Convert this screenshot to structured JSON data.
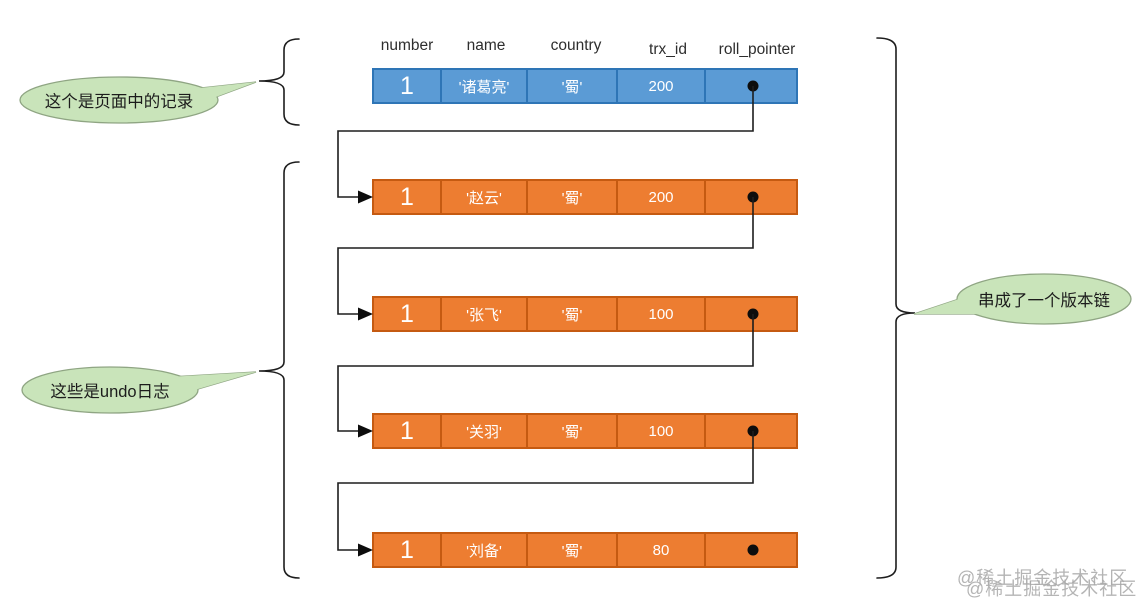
{
  "table": {
    "headers": [
      "number",
      "name",
      "country",
      "trx_id",
      "roll_pointer"
    ],
    "rows": [
      {
        "type": "page",
        "values": [
          "1",
          "'诸葛亮'",
          "'蜀'",
          "200"
        ]
      },
      {
        "type": "undo",
        "values": [
          "1",
          "'赵云'",
          "'蜀'",
          "200"
        ]
      },
      {
        "type": "undo",
        "values": [
          "1",
          "'张飞'",
          "'蜀'",
          "100"
        ]
      },
      {
        "type": "undo",
        "values": [
          "1",
          "'关羽'",
          "'蜀'",
          "100"
        ]
      },
      {
        "type": "undo",
        "values": [
          "1",
          "'刘备'",
          "'蜀'",
          "80"
        ]
      }
    ]
  },
  "annotations": {
    "page_record": "这个是页面中的记录",
    "undo_logs": "这些是undo日志",
    "version_chain": "串成了一个版本链"
  },
  "watermark": "@稀土掘金技术社区",
  "colors": {
    "page_row_fill": "#5B9BD5",
    "page_row_border": "#2E75B6",
    "undo_row_fill": "#ED7D31",
    "undo_row_border": "#C55A11",
    "bubble_fill": "#C9E4BA",
    "bubble_border": "#8FA583",
    "line": "#1d1d1d"
  }
}
